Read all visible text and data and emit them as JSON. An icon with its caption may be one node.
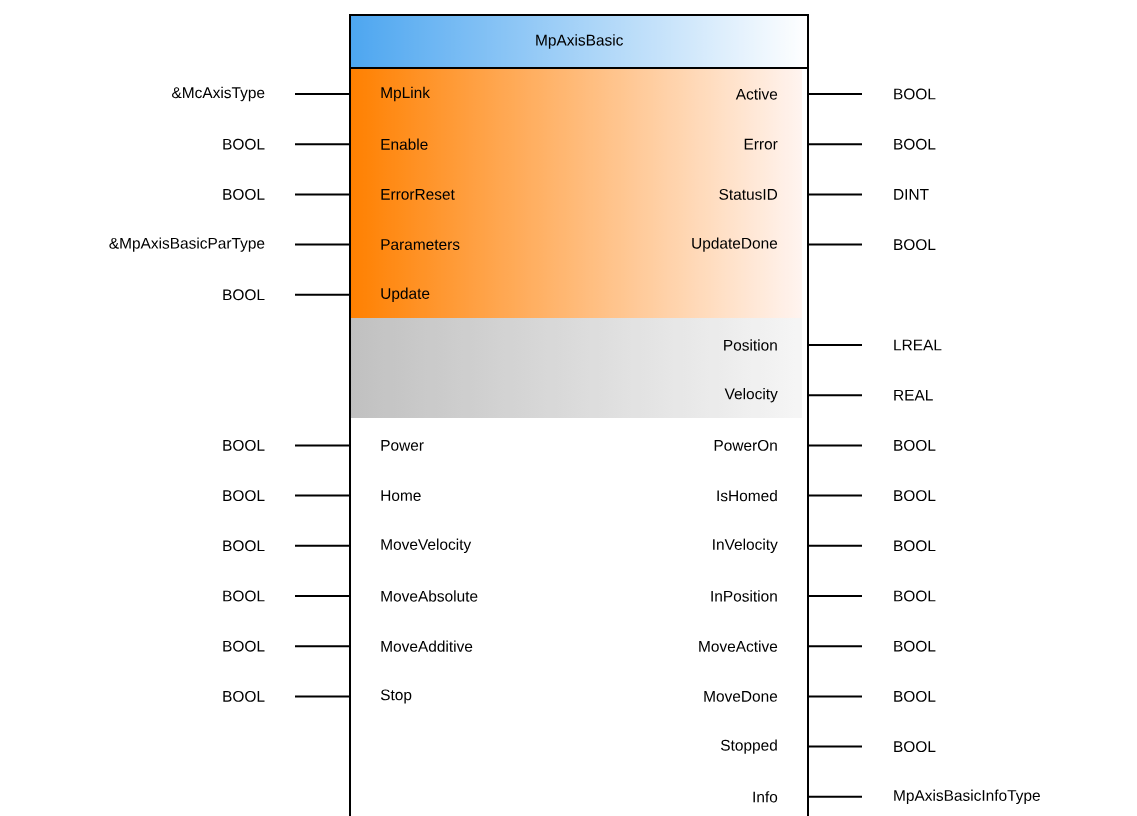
{
  "diagram": {
    "nodes": [
      {
        "text": [
          "MpAxisBasic"
        ]
      },
      {
        "text": [
          "&McAxisType"
        ]
      },
      {
        "text": [
          "BOOL"
        ]
      },
      {
        "text": [
          "BOOL"
        ]
      },
      {
        "text": [
          "BOOL"
        ]
      },
      {
        "text": [
          "BOOL"
        ]
      },
      {
        "text": [
          "DINT"
        ]
      },
      {
        "text": [
          "&MpAxisBasicParType"
        ]
      },
      {
        "text": [
          "BOOL"
        ]
      },
      {
        "text": [
          "BOOL"
        ]
      },
      {
        "text": [
          "LREAL"
        ]
      },
      {
        "text": [
          "REAL"
        ]
      },
      {
        "text": [
          "BOOL"
        ]
      },
      {
        "text": [
          "BOOL"
        ]
      },
      {
        "text": [
          "BOOL"
        ]
      },
      {
        "text": [
          "BOOL"
        ]
      },
      {
        "text": [
          "BOOL"
        ]
      },
      {
        "text": [
          "BOOL"
        ]
      },
      {
        "text": [
          "BOOL"
        ]
      },
      {
        "text": [
          "BOOL"
        ]
      },
      {
        "text": [
          "BOOL"
        ]
      },
      {
        "text": [
          "BOOL"
        ]
      },
      {
        "text": [
          "BOOL"
        ]
      },
      {
        "text": [
          "BOOL"
        ]
      },
      {
        "text": [
          "BOOL"
        ]
      },
      {
        "text": [
          "MpAxisBasicInfoType"
        ]
      }
    ],
    "edges": [
      {
        "from": 1,
        "to": 0,
        "arrow": "none"
      },
      {
        "from": 0,
        "to": 2,
        "arrow": "none"
      },
      {
        "from": 3,
        "to": 0,
        "arrow": "none"
      },
      {
        "from": 0,
        "to": 4,
        "arrow": "none"
      },
      {
        "from": 5,
        "to": 0,
        "arrow": "none"
      },
      {
        "from": 0,
        "to": 6,
        "arrow": "none"
      },
      {
        "from": 7,
        "to": 0,
        "arrow": "none"
      },
      {
        "from": 0,
        "to": 8,
        "arrow": "none"
      },
      {
        "from": 9,
        "to": 0,
        "arrow": "none"
      },
      {
        "from": 0,
        "to": 10,
        "arrow": "none"
      },
      {
        "from": 0,
        "to": 11,
        "arrow": "none"
      },
      {
        "from": 12,
        "to": 0,
        "arrow": "none"
      },
      {
        "from": 0,
        "to": 13,
        "arrow": "none"
      },
      {
        "from": 14,
        "to": 0,
        "arrow": "none"
      },
      {
        "from": 0,
        "to": 15,
        "arrow": "none"
      },
      {
        "from": 16,
        "to": 0,
        "arrow": "none"
      },
      {
        "from": 0,
        "to": 17,
        "arrow": "none"
      },
      {
        "from": 18,
        "to": 0,
        "arrow": "none"
      },
      {
        "from": 0,
        "to": 19,
        "arrow": "none"
      },
      {
        "from": 20,
        "to": 0,
        "arrow": "none"
      },
      {
        "from": 0,
        "to": 21,
        "arrow": "none"
      },
      {
        "from": 22,
        "to": 0,
        "arrow": "none"
      },
      {
        "from": 0,
        "to": 23,
        "arrow": "none"
      },
      {
        "from": 0,
        "to": 24,
        "arrow": "none"
      },
      {
        "from": 0,
        "to": 25,
        "arrow": "none"
      }
    ],
    "labels": [
      "MpLink",
      "Active",
      "Enable",
      "Error",
      "ErrorReset",
      "StatusID",
      "Parameters",
      "UpdateDone",
      "Update",
      "Position",
      "Velocity",
      "Power",
      "PowerOn",
      "Home",
      "IsHomed",
      "MoveVelocity",
      "InVelocity",
      "MoveAbsolute",
      "InPosition",
      "MoveAdditive",
      "MoveActive",
      "Stop",
      "MoveDone",
      "Stopped",
      "Info"
    ]
  }
}
